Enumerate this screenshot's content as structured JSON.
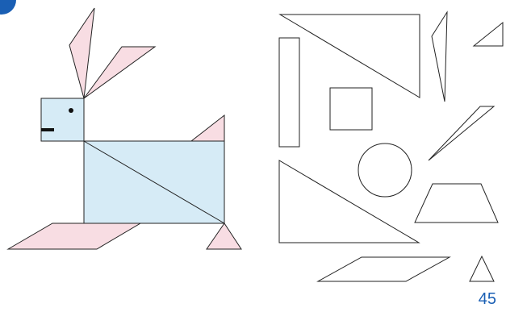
{
  "page": {
    "number": "45"
  },
  "colors": {
    "badge": "#1a5fb4",
    "rabbit_body_fill": "#d6ebf6",
    "rabbit_ear_fill": "#f8dde3",
    "outline": "#222222",
    "eye": "#111111"
  },
  "rabbit": {
    "parts": [
      "ear-left",
      "ear-right",
      "head-square",
      "eye",
      "mouth",
      "body-rectangle",
      "body-diagonal",
      "tail-triangle",
      "front-foot-parallelogram",
      "back-foot-triangle"
    ]
  },
  "shape_bank": {
    "items": [
      "large-triangle-top",
      "tall-rectangle",
      "square",
      "narrow-triangle",
      "small-triangle-top-right",
      "slim-triangle-right",
      "circle",
      "large-triangle-bottom",
      "trapezoid",
      "parallelogram",
      "small-triangle-bottom-right"
    ]
  }
}
